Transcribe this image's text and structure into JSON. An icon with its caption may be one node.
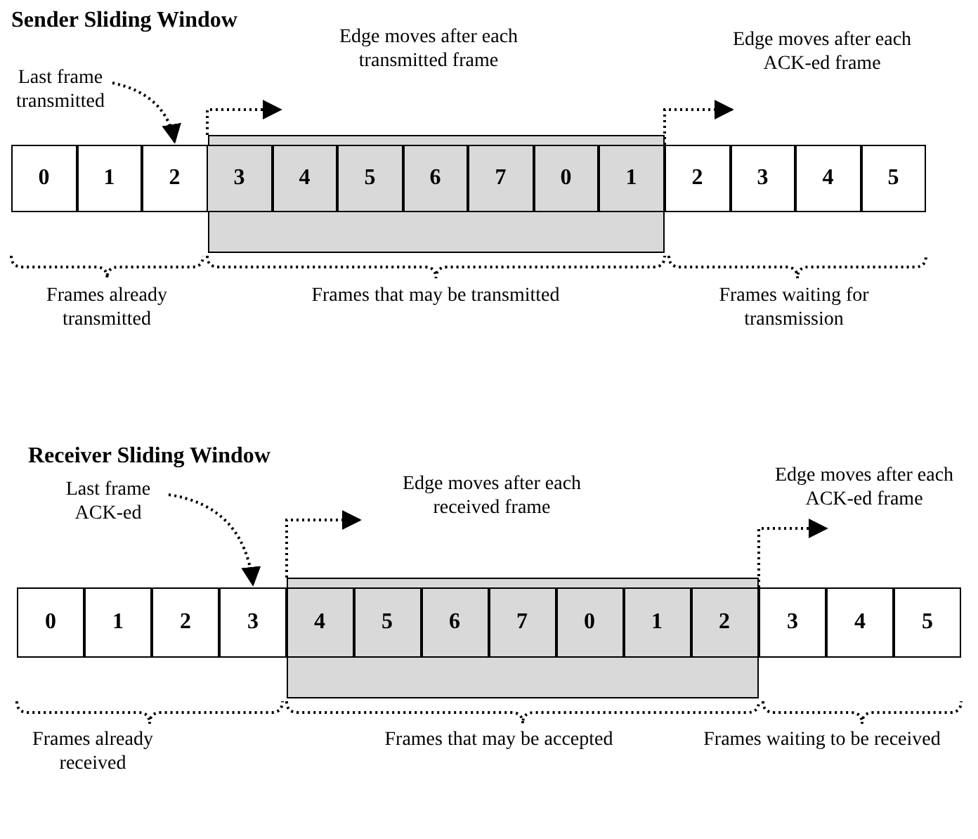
{
  "diagram": {
    "nodes": [
      {
        "text": [
          "Last frame transmitted"
        ]
      },
      {
        "text": [
          "0"
        ]
      },
      {
        "text": [
          "1"
        ]
      },
      {
        "text": [
          "2"
        ]
      },
      {
        "text": [],
        "shape": "box"
      },
      {
        "text": [
          "3"
        ],
        "in": 4
      },
      {
        "text": [
          "4"
        ],
        "in": 4
      },
      {
        "text": [
          "5"
        ],
        "in": 4
      },
      {
        "text": [
          "6"
        ],
        "in": 4
      },
      {
        "text": [
          "7"
        ],
        "in": 4
      },
      {
        "text": [
          "0"
        ],
        "in": 4
      },
      {
        "text": [
          "1"
        ],
        "in": 4
      },
      {
        "text": [
          "2"
        ]
      },
      {
        "text": [
          "3"
        ]
      },
      {
        "text": [
          "4"
        ]
      },
      {
        "text": [
          "5"
        ]
      },
      {
        "text": [
          "Last frame ACK-ed"
        ]
      },
      {
        "text": [
          "0"
        ]
      },
      {
        "text": [
          "1"
        ]
      },
      {
        "text": [
          "2"
        ]
      },
      {
        "text": [
          "3"
        ]
      },
      {
        "text": [],
        "shape": "box"
      },
      {
        "text": [
          "4"
        ],
        "in": 21
      },
      {
        "text": [
          "5"
        ],
        "in": 21
      },
      {
        "text": [
          "6"
        ],
        "in": 21
      },
      {
        "text": [
          "7"
        ],
        "in": 21
      },
      {
        "text": [
          "0"
        ],
        "in": 21
      },
      {
        "text": [
          "1"
        ],
        "in": 21
      },
      {
        "text": [
          "2"
        ],
        "in": 21
      },
      {
        "text": [
          "3"
        ]
      },
      {
        "text": [
          "4"
        ]
      },
      {
        "text": [
          "5"
        ]
      }
    ],
    "edges": [
      {
        "from": 0,
        "to": 3,
        "arrow": "to",
        "style": "dashed"
      },
      {
        "from": 16,
        "to": 20,
        "arrow": "to",
        "style": "dashed"
      }
    ],
    "labels": [
      "Sender Sliding Window",
      "Edge moves after each transmitted frame",
      "Edge moves after each ACK-ed frame",
      "Frames already transmitted",
      "Frames that may be transmitted",
      "Frames waiting for transmission",
      "Receiver Sliding Window",
      "Edge moves after each received frame",
      "Edge moves after each ACK-ed frame",
      "Frames already received",
      "Frames that may be accepted",
      "Frames waiting to be received"
    ]
  }
}
